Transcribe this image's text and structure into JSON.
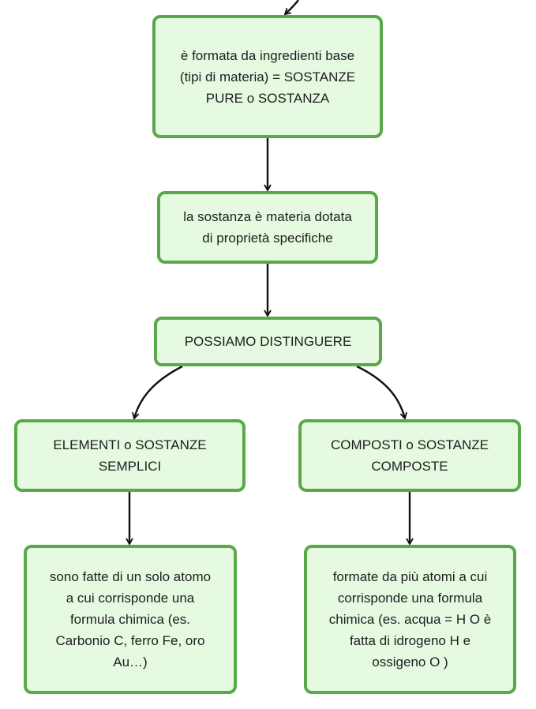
{
  "colors": {
    "node_fill": "#e6fae2",
    "node_border": "#59a84a",
    "edge": "#111111"
  },
  "nodes": {
    "pure_substances": "è formata da ingredienti base\n(tipi di materia) = SOSTANZE\nPURE o SOSTANZA",
    "substance_def": "la sostanza è materia dotata\ndi proprietà specifiche",
    "distinguish": "POSSIAMO DISTINGUERE",
    "elements": "ELEMENTI o SOSTANZE\nSEMPLICI",
    "compounds": "COMPOSTI o SOSTANZE\nCOMPOSTE",
    "elements_desc": "sono fatte di un solo atomo\na cui corrisponde una\nformula chimica  (es.\nCarbonio C, ferro Fe, oro\nAu…)",
    "compounds_desc": "formate da più atomi a cui\ncorrisponde una formula\nchimica (es. acqua = H O è\nfatta di idrogeno H e\nossigeno O )"
  }
}
